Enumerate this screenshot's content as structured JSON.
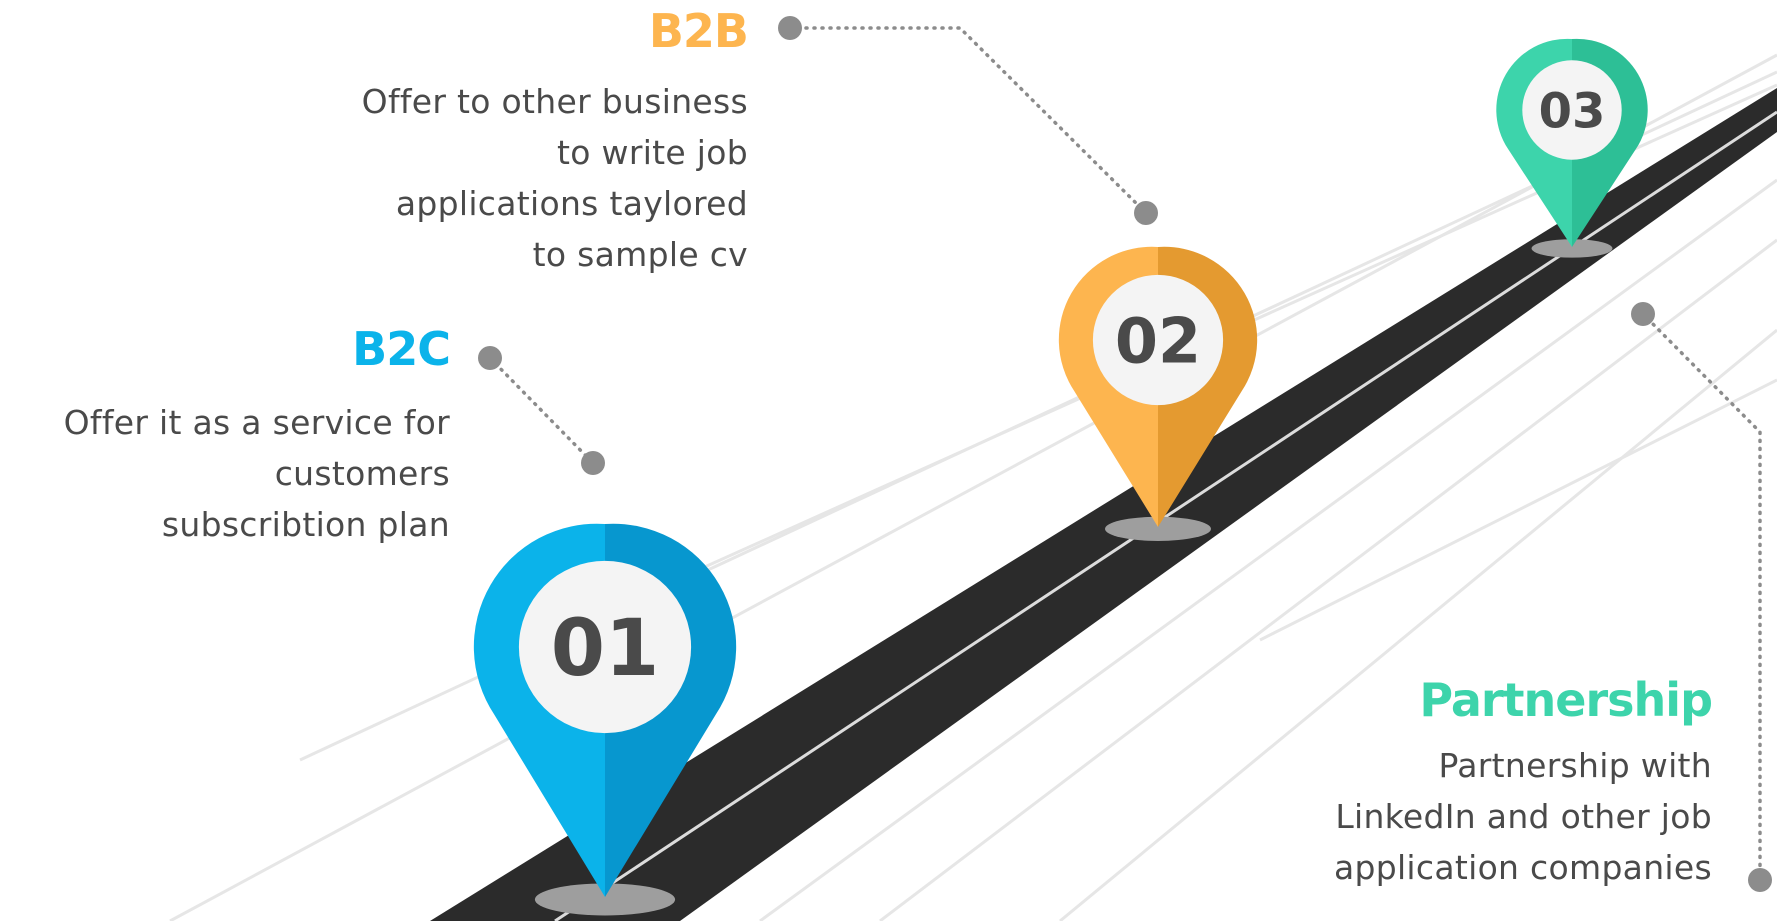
{
  "milestones": [
    {
      "number": "01",
      "title": "B2C",
      "lines": [
        "Offer it as a service for",
        "customers",
        "subscribtion plan"
      ],
      "color": "#0bb3ea",
      "shade": "#0797cf"
    },
    {
      "number": "02",
      "title": "B2B",
      "lines": [
        "Offer to other business",
        "to write job",
        "applications taylored",
        "to sample cv"
      ],
      "color": "#fdb54f",
      "shade": "#e49a30"
    },
    {
      "number": "03",
      "title": "Partnership",
      "lines": [
        "Partnership with",
        "LinkedIn and other job",
        "application companies"
      ],
      "color": "#3dd4ab",
      "shade": "#2dbf96"
    }
  ],
  "road_color": "#2b2b2b",
  "connector_color": "#8c8c8c"
}
